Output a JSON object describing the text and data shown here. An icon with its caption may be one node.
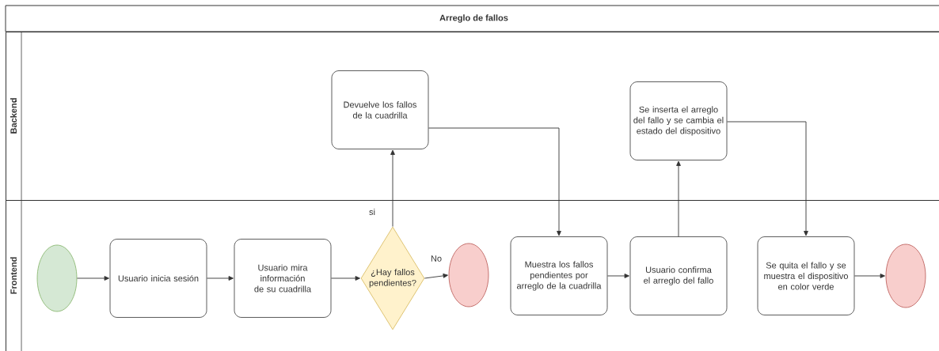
{
  "diagram": {
    "title": "Arreglo de fallos",
    "nodes": [
      {
        "text": [
          "Backend"
        ]
      },
      {
        "text": [
          "Frontend"
        ]
      },
      {
        "text": [],
        "shape": "circle",
        "in": 1
      },
      {
        "text": [
          "Usuario inicia sesión"
        ],
        "in": 1
      },
      {
        "text": [
          "Usuario mira información de su cuadrilla"
        ],
        "in": 1
      },
      {
        "text": [
          "¿Hay fallos pendientes?"
        ],
        "in": 1
      },
      {
        "text": [],
        "shape": "circle",
        "in": 1
      },
      {
        "text": [
          "Devuelve los fallos de la cuadrilla"
        ],
        "in": 0
      },
      {
        "text": [
          "Muestra los fallos pendientes por arreglo de la cuadrilla"
        ],
        "in": 1
      },
      {
        "text": [
          "Usuario confirma el arreglo del fallo"
        ],
        "in": 1
      },
      {
        "text": [
          "Se inserta el arreglo del fallo y se cambia el estado del dispositivo"
        ],
        "in": 0
      },
      {
        "text": [
          "Se quita el fallo y se muestra el dispositivo en color verde"
        ],
        "in": 1
      },
      {
        "text": [],
        "shape": "circle",
        "in": 1
      }
    ],
    "edges": [
      {
        "from": 2,
        "to": 3,
        "arrow": "to"
      },
      {
        "from": 3,
        "to": 4,
        "arrow": "to"
      },
      {
        "from": 4,
        "to": 5,
        "arrow": "to"
      },
      {
        "from": 5,
        "to": 6,
        "arrow": "to",
        "label": "No"
      },
      {
        "from": 5,
        "to": 7,
        "arrow": "to",
        "label": "si"
      },
      {
        "from": 7,
        "to": 8,
        "arrow": "to"
      },
      {
        "from": 8,
        "to": 9,
        "arrow": "to"
      },
      {
        "from": 9,
        "to": 10,
        "arrow": "to"
      },
      {
        "from": 10,
        "to": 11,
        "arrow": "to"
      },
      {
        "from": 11,
        "to": 12,
        "arrow": "to"
      }
    ]
  }
}
